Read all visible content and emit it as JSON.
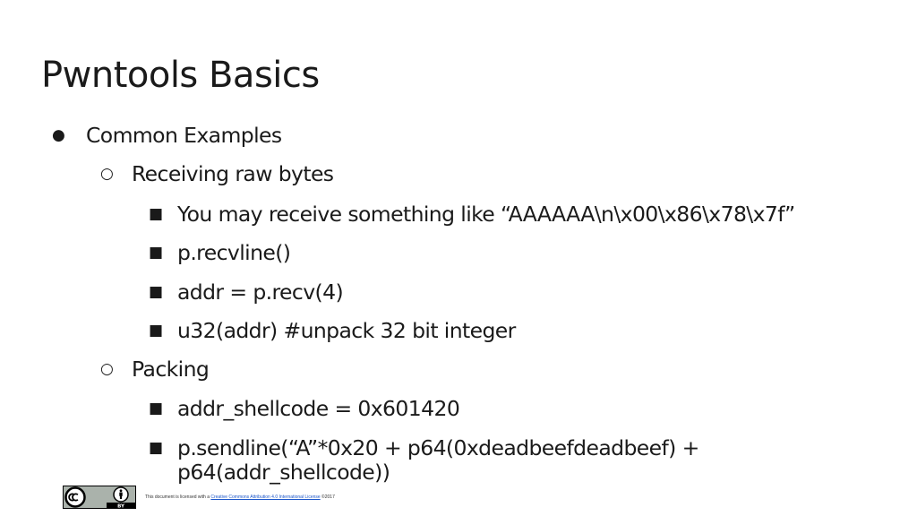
{
  "slide": {
    "title": "Pwntools Basics",
    "bullets": [
      {
        "level": 1,
        "marker": "●",
        "text": "Common Examples"
      },
      {
        "level": 2,
        "marker": "○",
        "text": "Receiving raw bytes"
      },
      {
        "level": 3,
        "marker": "■",
        "text": "You may receive something like “AAAAAA\\n\\x00\\x86\\x78\\x7f”"
      },
      {
        "level": 3,
        "marker": "■",
        "text": "p.recvline()"
      },
      {
        "level": 3,
        "marker": "■",
        "text": "addr = p.recv(4)"
      },
      {
        "level": 3,
        "marker": "■",
        "text": "u32(addr) #unpack 32 bit integer"
      },
      {
        "level": 2,
        "marker": "○",
        "text": "Packing"
      },
      {
        "level": 3,
        "marker": "■",
        "text": "addr_shellcode = 0x601420"
      },
      {
        "level": 3,
        "marker": "■",
        "text": "p.sendline(“A”*0x20 + p64(0xdeadbeefdeadbeef) +",
        "continuation": "p64(addr_shellcode))"
      }
    ]
  },
  "footer": {
    "license_prefix": "This document is licensed with a ",
    "license_link": "Creative Commons Attribution 4.0 International License",
    "license_suffix": "   ©2017",
    "badge_icons": [
      "cc-icon",
      "by-attribution-icon"
    ],
    "badge_label": "BY",
    "colors": {
      "badge_bg": "#aab2ab",
      "badge_dark": "#000000",
      "link": "#1a55c9"
    }
  }
}
